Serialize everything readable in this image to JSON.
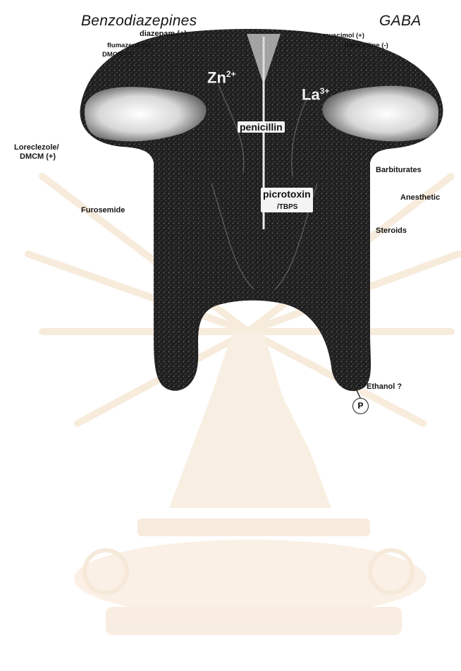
{
  "headings": {
    "left": "Benzodiazepines",
    "right": "GABA"
  },
  "benzodiazepine_ligands": [
    "diazepam (+)",
    "flumazenil (o)",
    "DMCM (-)"
  ],
  "gaba_ligands": [
    "muscimol (+)",
    "bicuculline (-)"
  ],
  "ions": {
    "zinc": {
      "symbol": "Zn",
      "charge": "2+"
    },
    "lanthanum": {
      "symbol": "La",
      "charge": "3+"
    }
  },
  "inner_sites": {
    "penicillin": "penicillin",
    "picrotoxin_line1": "picrotoxin",
    "picrotoxin_line2": "/TBPS"
  },
  "side_labels": {
    "loreclezole_line1": "Loreclezole/",
    "loreclezole_line2": "DMCM (+)",
    "furosemide": "Furosemide",
    "barbiturates": "Barbiturates",
    "anesthetic": "Anesthetic",
    "steroids": "Steroids",
    "ethanol": "Ethanol ?",
    "phosphorylation": "P"
  },
  "colors": {
    "receptor_fill": "#1e1e1e",
    "receptor_texture": "#5a5a5a",
    "lobe_highlight": "#e8e8e8",
    "watermark": "#f6e6cf",
    "ink": "#151515"
  }
}
